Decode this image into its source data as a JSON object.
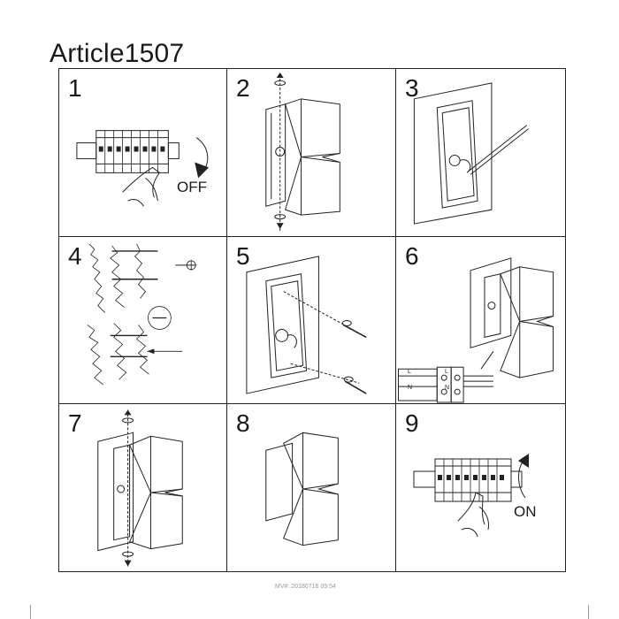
{
  "document": {
    "title": "Article1507",
    "footer": "MV#: 20180716 09:54"
  },
  "steps": [
    {
      "number": "1",
      "label": "OFF"
    },
    {
      "number": "2"
    },
    {
      "number": "3"
    },
    {
      "number": "4"
    },
    {
      "number": "5"
    },
    {
      "number": "6",
      "wire_labels": [
        "L",
        "N",
        "L",
        "N"
      ]
    },
    {
      "number": "7"
    },
    {
      "number": "8"
    },
    {
      "number": "9",
      "label": "ON"
    }
  ]
}
